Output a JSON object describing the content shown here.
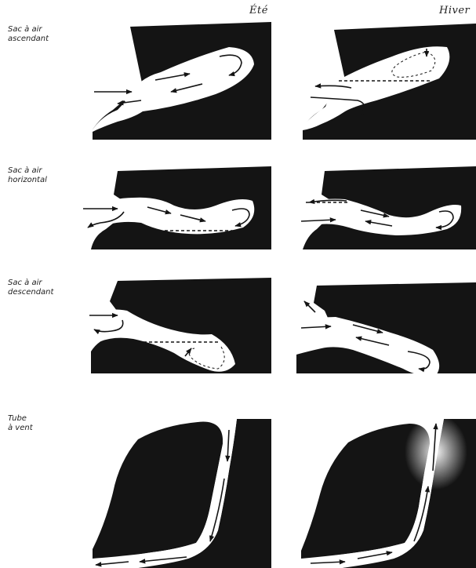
{
  "columns": {
    "summer": "Été",
    "winter": "Hiver"
  },
  "rows": [
    {
      "line1": "Sac à air",
      "line2": "ascendant"
    },
    {
      "line1": "Sac à air",
      "line2": "horizontal"
    },
    {
      "line1": "Sac à air",
      "line2": "descendant"
    },
    {
      "line1": "Tube",
      "line2": "à vent"
    }
  ],
  "colors": {
    "rock": "#141414",
    "air": "#ffffff",
    "arrow": "#141414"
  }
}
